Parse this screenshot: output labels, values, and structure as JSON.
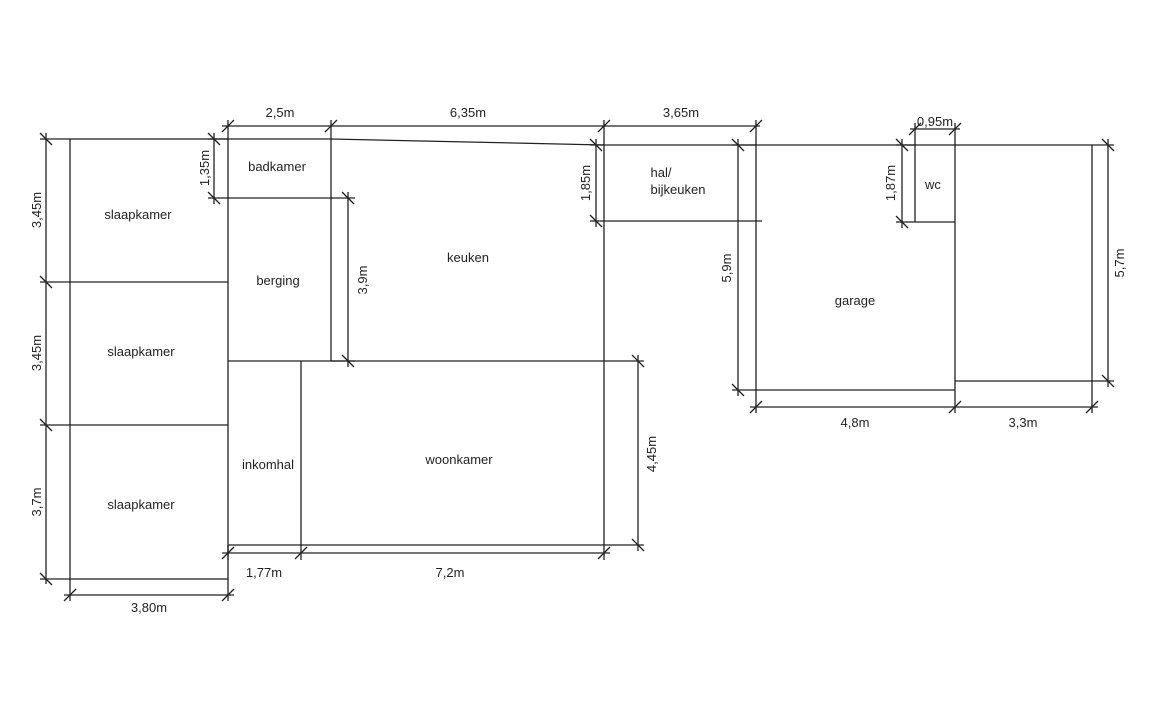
{
  "rooms": {
    "slaapkamer_1": "slaapkamer",
    "slaapkamer_2": "slaapkamer",
    "slaapkamer_3": "slaapkamer",
    "badkamer": "badkamer",
    "berging": "berging",
    "keuken": "keuken",
    "hal_line1": "hal/",
    "hal_line2": "bijkeuken",
    "inkomhal": "inkomhal",
    "woonkamer": "woonkamer",
    "garage": "garage",
    "wc": "wc"
  },
  "dimensions": {
    "top_badkamer": "2,5m",
    "top_keuken": "6,35m",
    "top_hal": "3,65m",
    "top_wc": "0,95m",
    "left_slaap1": "3,45m",
    "left_slaap2": "3,45m",
    "left_slaap3": "3,7m",
    "badkamer_height": "1,35m",
    "berging_height": "3,9m",
    "hal_height": "1,85m",
    "garage_height": "5,9m",
    "wc_height": "1,87m",
    "right_height": "5,7m",
    "woonkamer_height": "4,45m",
    "bottom_slaap": "3,80m",
    "bottom_inkomhal": "1,77m",
    "bottom_woonkamer": "7,2m",
    "bottom_garage": "4,8m",
    "bottom_right": "3,3m"
  }
}
